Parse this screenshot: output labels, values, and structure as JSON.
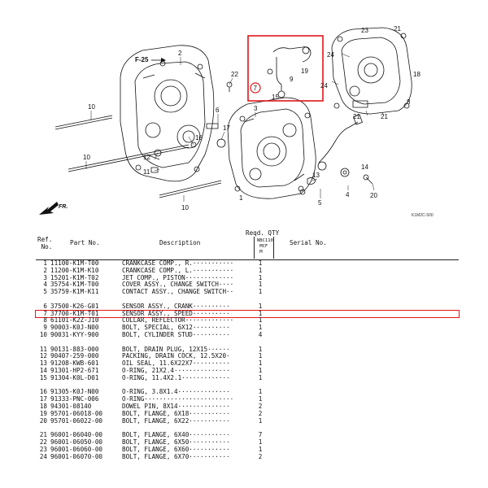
{
  "diagram": {
    "fig_ref": "F-25",
    "front_label": "FR.",
    "corner_code": "K1M2C-500",
    "callouts": [
      {
        "id": "c1",
        "label": "1"
      },
      {
        "id": "c2",
        "label": "2"
      },
      {
        "id": "c3",
        "label": "3"
      },
      {
        "id": "c4",
        "label": "4"
      },
      {
        "id": "c5",
        "label": "5"
      },
      {
        "id": "c6",
        "label": "6"
      },
      {
        "id": "c7",
        "label": "7"
      },
      {
        "id": "c8",
        "label": "8"
      },
      {
        "id": "c9",
        "label": "9"
      },
      {
        "id": "c10a",
        "label": "10"
      },
      {
        "id": "c10b",
        "label": "10"
      },
      {
        "id": "c10c",
        "label": "10"
      },
      {
        "id": "c11",
        "label": "11"
      },
      {
        "id": "c12",
        "label": "12"
      },
      {
        "id": "c13",
        "label": "13"
      },
      {
        "id": "c14",
        "label": "14"
      },
      {
        "id": "c15",
        "label": "15"
      },
      {
        "id": "c16",
        "label": "16"
      },
      {
        "id": "c17",
        "label": "17"
      },
      {
        "id": "c18",
        "label": "18"
      },
      {
        "id": "c19",
        "label": "19"
      },
      {
        "id": "c20",
        "label": "20"
      },
      {
        "id": "c21a",
        "label": "21"
      },
      {
        "id": "c21b",
        "label": "21"
      },
      {
        "id": "c21c",
        "label": "21"
      },
      {
        "id": "c22",
        "label": "22"
      },
      {
        "id": "c23",
        "label": "23"
      },
      {
        "id": "c24a",
        "label": "24"
      },
      {
        "id": "c24b",
        "label": "24"
      }
    ],
    "highlight_callout": "7"
  },
  "table": {
    "headers": {
      "ref": "Ref.\n No.",
      "part_no": "Part No.",
      "description": "Description",
      "reqd_qty": "Reqd. QTY",
      "model": "NBC110\n MCF\n M",
      "serial_no": "Serial No."
    },
    "groups": [
      [
        {
          "ref": "1",
          "part": "11100-K1M-T00",
          "desc": "CRANKCASE COMP., R.···········",
          "qty": "1"
        },
        {
          "ref": "2",
          "part": "11200-K1M-K10",
          "desc": "CRANKCASE COMP., L.···········",
          "qty": "1"
        },
        {
          "ref": "3",
          "part": "15201-K1M-T02",
          "desc": "JET COMP., PISTON·············",
          "qty": "1"
        },
        {
          "ref": "4",
          "part": "35754-K1M-T00",
          "desc": "COVER ASSY., CHANGE SWITCH····",
          "qty": "1"
        },
        {
          "ref": "5",
          "part": "35759-K1M-K11",
          "desc": "CONTACT ASSY., CHANGE SWITCH··",
          "qty": "1"
        }
      ],
      [
        {
          "ref": "6",
          "part": "37500-K26-G01",
          "desc": "SENSOR ASSY., CRANK··········",
          "qty": "1"
        },
        {
          "ref": "7",
          "part": "37700-K1M-T01",
          "desc": "SENSOR ASSY., SPEED··········",
          "qty": "1",
          "highlight": true
        },
        {
          "ref": "8",
          "part": "61101-K2Z-J10",
          "desc": "COLLAR, REFLECTOR·············",
          "qty": "1"
        },
        {
          "ref": "9",
          "part": "90003-K0J-N00",
          "desc": "BOLT, SPECIAL, 6X12··········",
          "qty": "1"
        },
        {
          "ref": "10",
          "part": "90031-KYY-900",
          "desc": "BOLT, CYLINDER STUD··········",
          "qty": "4"
        }
      ],
      [
        {
          "ref": "11",
          "part": "90131-883-000",
          "desc": "BOLT, DRAIN PLUG, 12X15······",
          "qty": "1"
        },
        {
          "ref": "12",
          "part": "90407-259-000",
          "desc": "PACKING, DRAIN COCK, 12.5X20·",
          "qty": "1"
        },
        {
          "ref": "13",
          "part": "91208-KWB-601",
          "desc": "OIL SEAL, 11.6X22X7··········",
          "qty": "1"
        },
        {
          "ref": "14",
          "part": "91301-HP2-671",
          "desc": "O-RING, 21X2.4···············",
          "qty": "1"
        },
        {
          "ref": "15",
          "part": "91304-K0L-D01",
          "desc": "O-RING, 11.4X2.1·············",
          "qty": "1"
        }
      ],
      [
        {
          "ref": "16",
          "part": "91305-K0J-N00",
          "desc": "O-RING, 3.8X1.4··············",
          "qty": "1"
        },
        {
          "ref": "17",
          "part": "91333-PNC-006",
          "desc": "O-RING························",
          "qty": "1"
        },
        {
          "ref": "18",
          "part": "94301-08140",
          "desc": "DOWEL PIN, 8X14··············",
          "qty": "2"
        },
        {
          "ref": "19",
          "part": "95701-06018-00",
          "desc": "BOLT, FLANGE, 6X18···········",
          "qty": "2"
        },
        {
          "ref": "20",
          "part": "95701-06022-00",
          "desc": "BOLT, FLANGE, 6X22···········",
          "qty": "1"
        }
      ],
      [
        {
          "ref": "21",
          "part": "96001-06040-00",
          "desc": "BOLT, FLANGE, 6X40···········",
          "qty": "7"
        },
        {
          "ref": "22",
          "part": "96001-06050-00",
          "desc": "BOLT, FLANGE, 6X50···········",
          "qty": "1"
        },
        {
          "ref": "23",
          "part": "96001-06060-00",
          "desc": "BOLT, FLANGE, 6X60···········",
          "qty": "1"
        },
        {
          "ref": "24",
          "part": "96001-06070-00",
          "desc": "BOLT, FLANGE, 6X70···········",
          "qty": "2"
        }
      ]
    ]
  },
  "colors": {
    "highlight": "#e0161b",
    "ink": "#111111"
  }
}
